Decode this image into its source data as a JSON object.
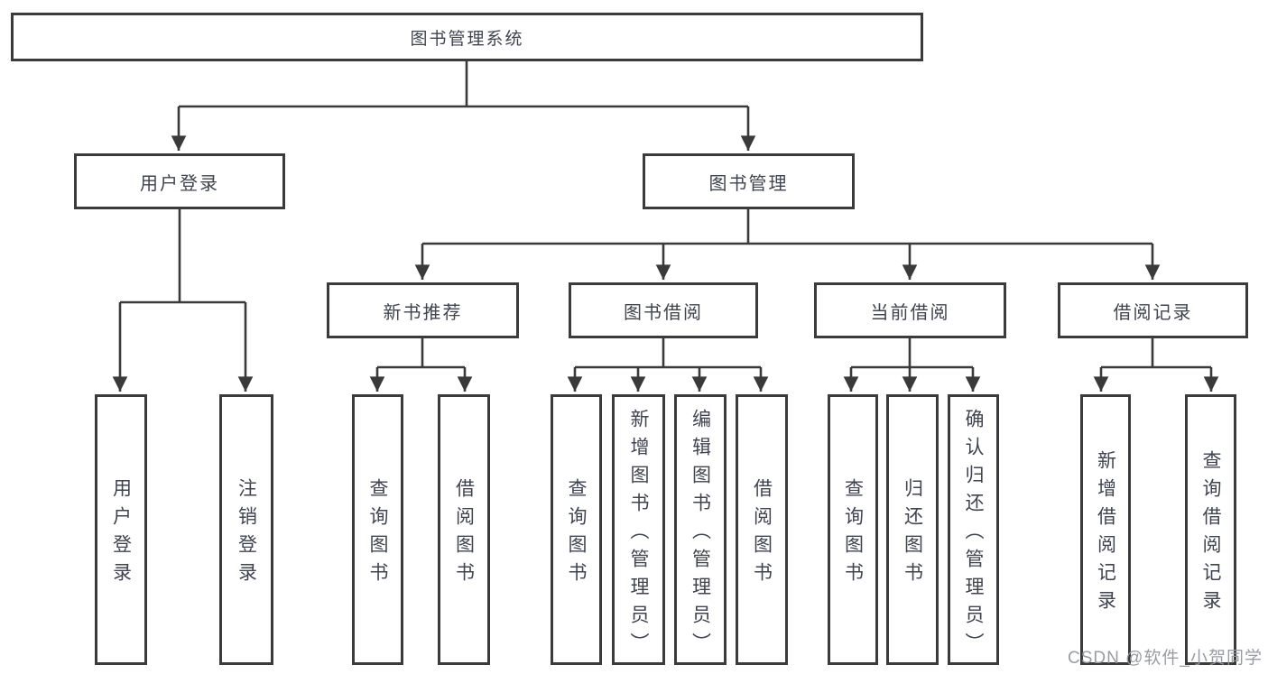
{
  "diagram": {
    "root": {
      "label": "图书管理系统"
    },
    "level2": [
      {
        "id": "user-login",
        "label": "用户登录"
      },
      {
        "id": "book-management",
        "label": "图书管理"
      }
    ],
    "level3": [
      {
        "id": "new-book-recommend",
        "label": "新书推荐"
      },
      {
        "id": "book-borrow",
        "label": "图书借阅"
      },
      {
        "id": "current-borrow",
        "label": "当前借阅"
      },
      {
        "id": "borrow-records",
        "label": "借阅记录"
      }
    ],
    "leaves": {
      "user_login": [
        "用户登录",
        "注销登录"
      ],
      "new_book_recommend": [
        "查询图书",
        "借阅图书"
      ],
      "book_borrow": [
        "查询图书",
        "新增图书（管理员）",
        "编辑图书（管理员）",
        "借阅图书"
      ],
      "current_borrow": [
        "查询图书",
        "归还图书",
        "确认归还（管理员）"
      ],
      "borrow_records": [
        "新增借阅记录",
        "查询借阅记录"
      ]
    }
  },
  "watermark": {
    "text": "CSDN @软件_小贺同学"
  },
  "colors": {
    "line": "#3a3a3a",
    "border": "#3b3b3b",
    "text": "#3f4450",
    "watermark": "#94979e",
    "background": "#ffffff"
  }
}
